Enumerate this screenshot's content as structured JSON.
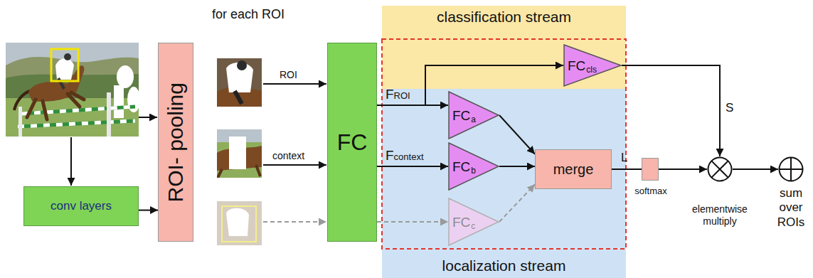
{
  "diagram": {
    "nodes": [
      {
        "text": [
          "ROI- pooling"
        ]
      },
      {
        "text": [
          "conv layers"
        ]
      },
      {
        "text": [
          "FC"
        ]
      },
      {
        "text": [
          "classification stream"
        ]
      },
      {
        "text": [
          "FC",
          "cls"
        ],
        "in": 3
      },
      {
        "text": [
          "localization stream"
        ]
      },
      {
        "text": [
          "FC",
          "a"
        ],
        "in": 5
      },
      {
        "text": [
          "FC",
          "b"
        ],
        "in": 5
      },
      {
        "text": [
          "FC",
          "c"
        ],
        "in": 5
      },
      {
        "text": [
          "merge"
        ],
        "in": 5
      },
      {
        "text": [
          "softmax"
        ]
      },
      {
        "text": [
          "elementwise multiply"
        ]
      },
      {
        "text": [
          "sum over ROIs"
        ]
      }
    ],
    "edges": [
      {
        "from": 1,
        "to": 0,
        "arrow": "to"
      },
      {
        "from": 2,
        "to": 4,
        "arrow": "to"
      },
      {
        "from": 2,
        "to": 6,
        "label": "FROI",
        "arrow": "to"
      },
      {
        "from": 2,
        "to": 7,
        "label": "Fcontext",
        "arrow": "to"
      },
      {
        "from": 2,
        "to": 8,
        "arrow": "to"
      },
      {
        "from": 6,
        "to": 9,
        "arrow": "to"
      },
      {
        "from": 7,
        "to": 9,
        "arrow": "to"
      },
      {
        "from": 8,
        "to": 9,
        "arrow": "to"
      },
      {
        "from": 9,
        "to": 10,
        "label": "L",
        "arrow": "none"
      },
      {
        "from": 10,
        "to": 11,
        "arrow": "to"
      },
      {
        "from": 4,
        "to": 11,
        "label": "S",
        "arrow": "to"
      },
      {
        "from": 11,
        "to": 12,
        "arrow": "to"
      }
    ],
    "labels": [
      "for each ROI",
      "ROI",
      "context"
    ]
  }
}
